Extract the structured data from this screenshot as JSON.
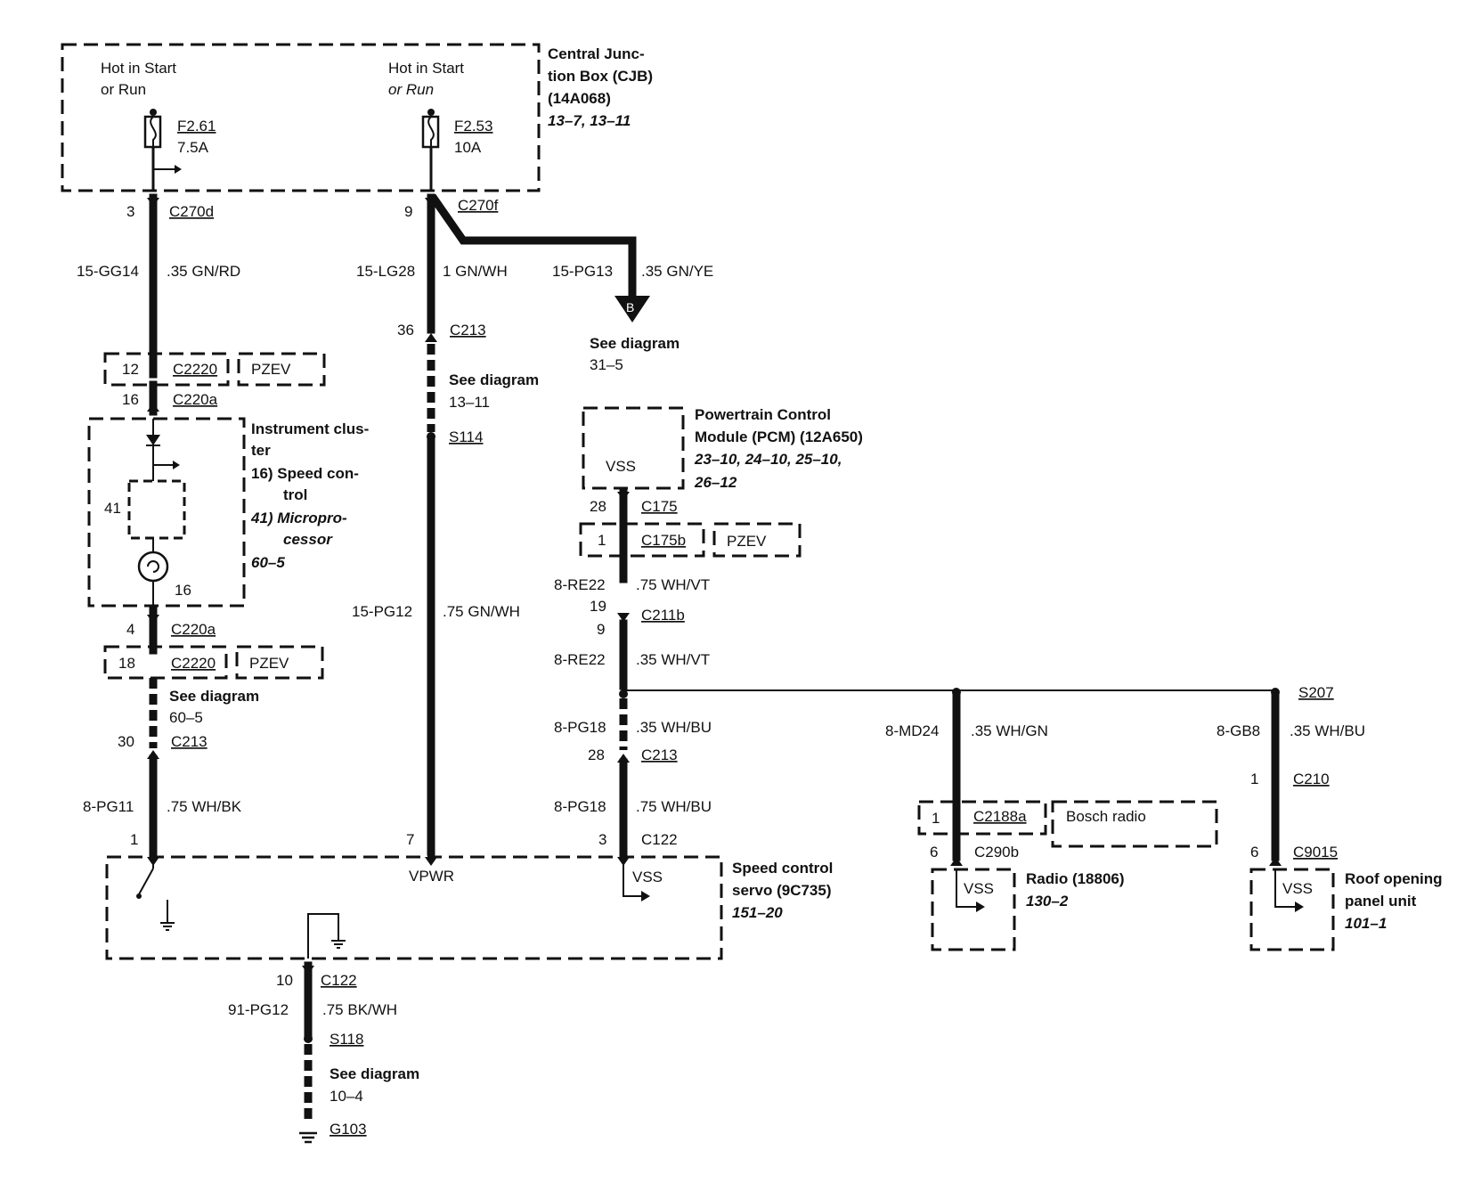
{
  "cjb": {
    "title_lines": [
      "Central Junc-",
      "tion Box (CJB)",
      "(14A068)"
    ],
    "refs": "13–7, 13–11",
    "hot1_lines": [
      "Hot in Start",
      "or Run"
    ],
    "hot2_lines": [
      "Hot in Start",
      "or Run"
    ],
    "fuse1_name": "F2.61",
    "fuse1_rating": "7.5A",
    "fuse2_name": "F2.53",
    "fuse2_rating": "10A"
  },
  "wires": {
    "w1_pin": "3",
    "w1_conn": "C270d",
    "w1_circuit": "15-GG14",
    "w1_spec": ".35 GN/RD",
    "w2_pin": "9",
    "w2_conn": "C270f",
    "w2_circuit": "15-LG28",
    "w2_spec": "1 GN/WH",
    "w3_circuit": "15-PG13",
    "w3_spec": ".35 GN/YE",
    "w2_pin36": "36",
    "w2_conn_c213": "C213",
    "w2_splice": "S114",
    "w4_circuit": "15-PG12",
    "w4_spec": ".75 GN/WH",
    "w5_circuit": "8-PG11",
    "w5_spec": ".75 WH/BK",
    "pin_30": "30",
    "conn_c213_left": "C213",
    "pin_4": "4",
    "conn_c220a_lower": "C220a",
    "pin_18": "18",
    "conn_c2220_lower": "C2220",
    "pzev_lower": "PZEV",
    "pin_12": "12",
    "conn_c2220_upper": "C2220",
    "pzev_upper": "PZEV",
    "pin_16": "16",
    "conn_c220a_upper": "C220a",
    "pin_1_servo": "1",
    "pin_7_servo": "7",
    "pin_3_servo": "3",
    "conn_c122_top": "C122",
    "vpwr": "VPWR"
  },
  "connector_b": {
    "letter": "B",
    "see_lines": [
      "See diagram",
      "31–5"
    ]
  },
  "see_13_11": [
    "See diagram",
    "13–11"
  ],
  "see_60_5": [
    "See diagram",
    "60–5"
  ],
  "see_10_4": [
    "See diagram",
    "10–4"
  ],
  "cluster": {
    "title_lines": [
      "Instrument clus-",
      "ter"
    ],
    "item16_lines": [
      "16) Speed con-",
      "trol"
    ],
    "item41_lines": [
      "41) Micropro-",
      "cessor"
    ],
    "ref": "60–5",
    "pin_41": "41",
    "pin_16": "16"
  },
  "pcm": {
    "title_lines": [
      "Powertrain Control",
      "Module (PCM) (12A650)"
    ],
    "refs_lines": [
      "23–10, 24–10, 25–10,",
      "26–12"
    ],
    "vss": "VSS",
    "pin_28": "28",
    "conn_c175": "C175",
    "pin_1": "1",
    "conn_c175b": "C175b",
    "pzev": "PZEV",
    "circ1": "8-RE22",
    "spec1": ".75 WH/VT",
    "pin_19": "19",
    "conn_c211b": "C211b",
    "pin_9": "9",
    "circ2": "8-RE22",
    "spec2": ".35 WH/VT",
    "circ3": "8-PG18",
    "spec3": ".35 WH/BU",
    "pin_28b": "28",
    "conn_c213": "C213",
    "circ4": "8-PG18",
    "spec4": ".75 WH/BU"
  },
  "servo": {
    "title_lines": [
      "Speed control",
      "servo (9C735)"
    ],
    "ref": "151–20",
    "vss": "VSS"
  },
  "ground": {
    "pin_10": "10",
    "conn_c122": "C122",
    "circuit": "91-PG12",
    "spec": ".75 BK/WH",
    "splice": "S118",
    "ground_id": "G103"
  },
  "radio": {
    "circuit": "8-MD24",
    "spec": ".35 WH/GN",
    "pin_1": "1",
    "conn_c2188a": "C2188a",
    "bosch": "Bosch radio",
    "pin_6": "6",
    "conn_c290b": "C290b",
    "vss": "VSS",
    "title": "Radio (18806)",
    "ref": "130–2"
  },
  "roof": {
    "splice": "S207",
    "circuit": "8-GB8",
    "spec": ".35 WH/BU",
    "pin_1": "1",
    "conn_c210": "C210",
    "pin_6": "6",
    "conn_c9015": "C9015",
    "vss": "VSS",
    "title_lines": [
      "Roof opening",
      "panel unit"
    ],
    "ref": "101–1"
  }
}
